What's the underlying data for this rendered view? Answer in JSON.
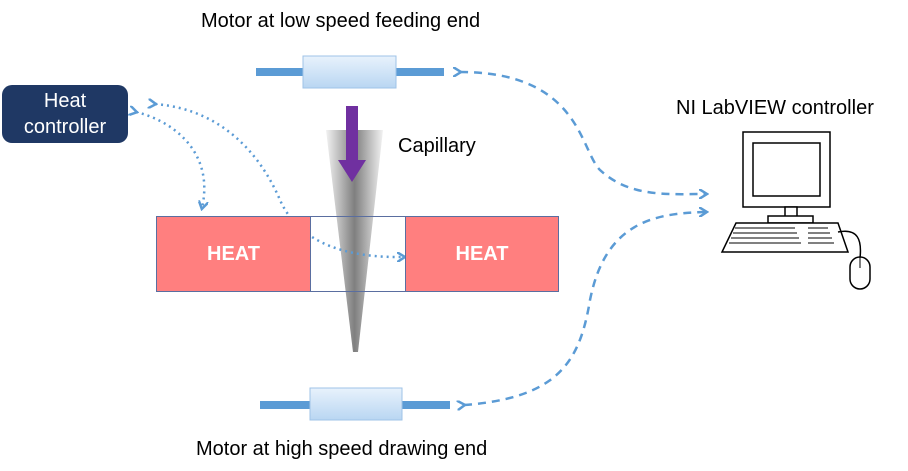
{
  "title_top": "Motor at low speed feeding end",
  "title_bottom": "Motor at high speed drawing end",
  "capillary_label": "Capillary",
  "controller_label": "NI LabVIEW controller",
  "heat_controller": {
    "line1": "Heat",
    "line2": "controller"
  },
  "heat_left": "HEAT",
  "heat_right": "HEAT",
  "colors": {
    "heat_block": "#ff7f7f",
    "heat_controller_bg": "#1f3864",
    "rod": "#5b9bd5",
    "motor_body": "#c5ddf5",
    "arrow_purple": "#7030a0",
    "dashed_link": "#5b9bd5"
  },
  "icons": [
    "computer-icon",
    "mouse-icon",
    "keyboard-icon",
    "feed-arrow-icon"
  ]
}
